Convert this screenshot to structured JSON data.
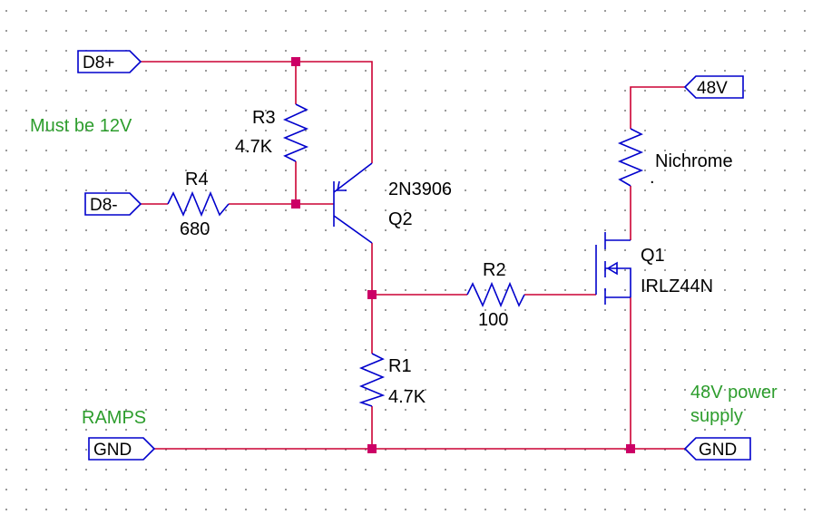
{
  "ports": {
    "d8_plus": "D8+",
    "d8_minus": "D8-",
    "gnd_left": "GND",
    "v48": "48V",
    "gnd_right": "GND"
  },
  "components": {
    "r1": {
      "ref": "R1",
      "value": "4.7K"
    },
    "r2": {
      "ref": "R2",
      "value": "100"
    },
    "r3": {
      "ref": "R3",
      "value": "4.7K"
    },
    "r4": {
      "ref": "R4",
      "value": "680"
    },
    "q1": {
      "ref": "Q1",
      "value": "IRLZ44N"
    },
    "q2": {
      "ref": "Q2",
      "value": "2N3906"
    },
    "heater": {
      "ref": "Nichrome",
      "mark": "."
    }
  },
  "notes": {
    "must_be_12v": "Must be 12V",
    "ramps": "RAMPS",
    "psu_line1": "48V power",
    "psu_line2": "supply"
  },
  "colors": {
    "wire": "#cc0033",
    "component": "#0000cc",
    "junction": "#cc0066",
    "note": "#2d9d2d",
    "grid_dot": "#8a8a8a"
  }
}
